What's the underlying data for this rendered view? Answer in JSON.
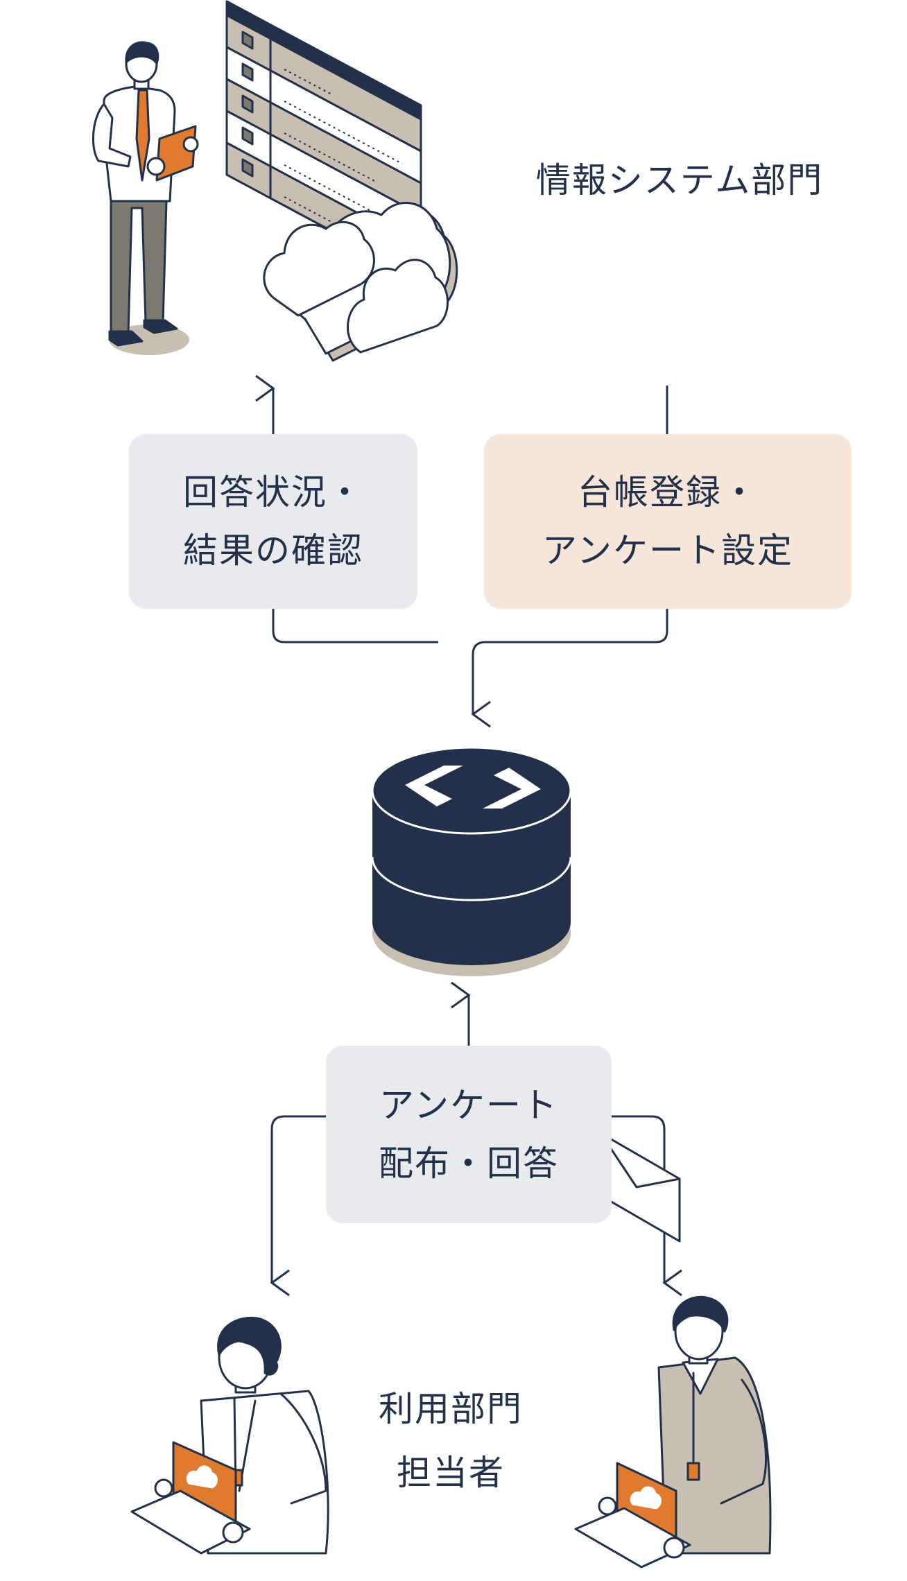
{
  "top_department": {
    "label": "情報システム部門"
  },
  "status_box": {
    "lines": [
      "回答状況・",
      "結果の確認"
    ]
  },
  "register_box": {
    "lines": [
      "台帳登録・",
      "アンケート設定"
    ]
  },
  "survey_box": {
    "lines": [
      "アンケート",
      "配布・回答"
    ]
  },
  "bottom_department": {
    "lines": [
      "利用部門",
      "担当者"
    ]
  },
  "colors": {
    "navy": "#22304a",
    "gray_box": "#e8eaee",
    "peach_box": "#f6e6da",
    "orange": "#e07a2e",
    "khaki": "#c8beb2",
    "pants": "#7c7a70"
  },
  "icons": [
    "server-list-icon",
    "cloud-icon",
    "database-logo-icon",
    "envelope-icon",
    "laptop-cloud-icon"
  ]
}
